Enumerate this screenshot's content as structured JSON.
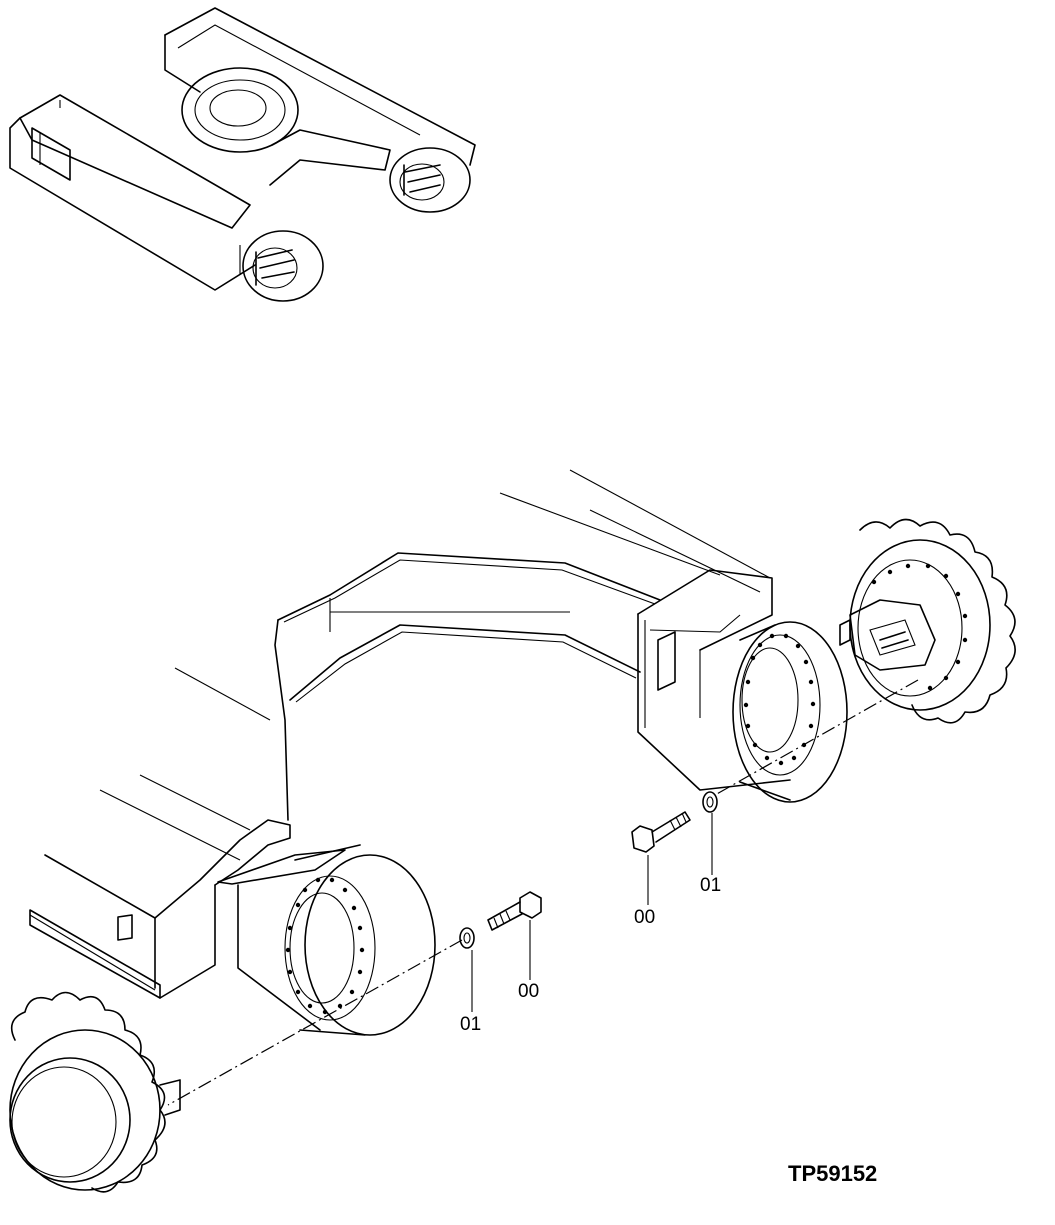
{
  "callouts": {
    "right_bolt": "00",
    "right_washer": "01",
    "left_bolt": "00",
    "left_washer": "01"
  },
  "drawing_number": "TP59152"
}
